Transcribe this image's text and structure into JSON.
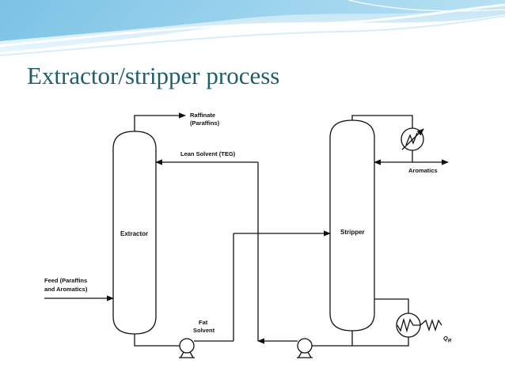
{
  "slide": {
    "title": "Extractor/stripper process"
  },
  "diagram": {
    "vessels": {
      "extractor": "Extractor",
      "stripper": "Stripper"
    },
    "streams": {
      "raffinate_1": "Raffinate",
      "raffinate_2": "(Paraffins)",
      "lean_solvent": "Lean Solvent (TEG)",
      "aromatics": "Aromatics",
      "feed_1": "Feed (Paraffins",
      "feed_2": "and Aromatics)",
      "fat_solvent_1": "Fat",
      "fat_solvent_2": "Solvent",
      "heat_duty": "Q",
      "heat_duty_sub": "R"
    }
  },
  "colors": {
    "title": "#1f5f6b",
    "banner_light": "#c9e7f5",
    "banner_mid": "#8ccbe8",
    "line": "#111111"
  }
}
